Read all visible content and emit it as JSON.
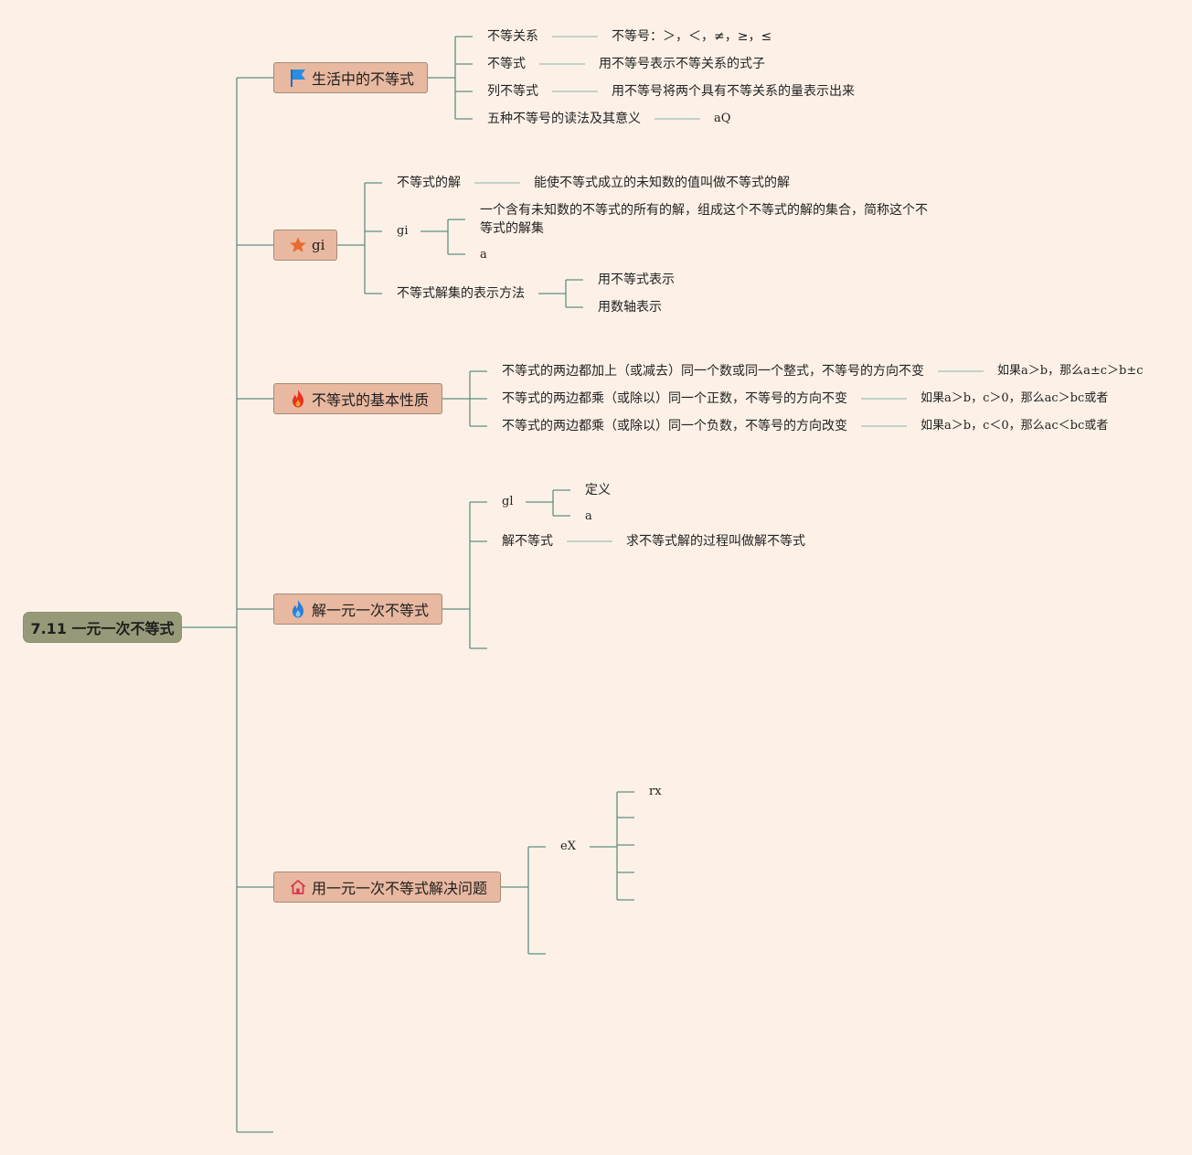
{
  "root": {
    "label": "7.11 一元一次不等式"
  },
  "branches": [
    {
      "label": "生活中的不等式",
      "icon": "flag-icon",
      "children": [
        {
          "label": "不等关系",
          "detail": "不等号：＞，＜，≠，≥，≤"
        },
        {
          "label": "不等式",
          "detail": "用不等号表示不等关系的式子"
        },
        {
          "label": "列不等式",
          "detail": "用不等号将两个具有不等关系的量表示出来"
        },
        {
          "label": "五种不等号的读法及其意义",
          "detail": "aQ"
        }
      ]
    },
    {
      "label": "gi",
      "icon": "star-icon",
      "children": [
        {
          "label": "不等式的解",
          "detail": "能使不等式成立的未知数的值叫做不等式的解"
        },
        {
          "label": "gi",
          "sub": [
            "一个含有未知数的不等式的所有的解，组成这个不等式的解的集合，简称这个不等式的解集",
            "a"
          ]
        },
        {
          "label": "不等式解集的表示方法",
          "sub": [
            "用不等式表示",
            "用数轴表示"
          ]
        }
      ]
    },
    {
      "label": "不等式的基本性质",
      "icon": "fire-icon",
      "children": [
        {
          "label": "不等式的两边都加上（或减去）同一个数或同一个整式，不等号的方向不变",
          "detail": "如果a＞b，那么a±c＞b±c"
        },
        {
          "label": "不等式的两边都乘（或除以）同一个正数，不等号的方向不变",
          "detail": "如果a＞b，c＞0，那么ac＞bc或者"
        },
        {
          "label": "不等式的两边都乘（或除以）同一个负数，不等号的方向改变",
          "detail": "如果a＞b，c＜0，那么ac＜bc或者"
        }
      ]
    },
    {
      "label": "解一元一次不等式",
      "icon": "blue-flame-icon",
      "children": [
        {
          "label": "gl",
          "sub": [
            "定义",
            "a"
          ]
        },
        {
          "label": "解不等式",
          "detail": "求不等式解的过程叫做解不等式"
        }
      ]
    },
    {
      "label": "用一元一次不等式解决问题",
      "icon": "house-icon",
      "children": [
        {
          "label": "eX",
          "sub": [
            "rx"
          ]
        }
      ]
    }
  ],
  "colors": {
    "background": "#fdf1e7",
    "root_fill": "#979a78",
    "branch_fill": "#e8b8a0",
    "connector": "#5e8f82"
  }
}
